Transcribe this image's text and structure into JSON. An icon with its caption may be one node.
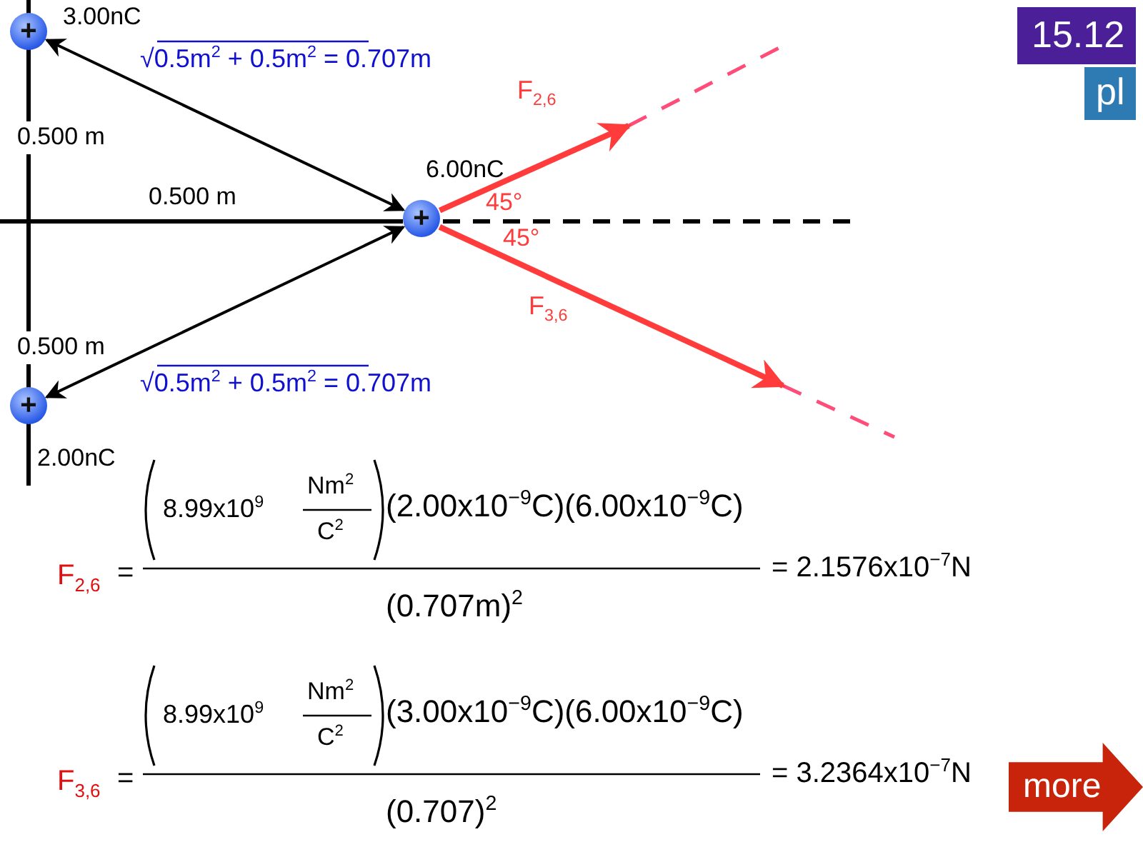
{
  "diagram": {
    "nodes": [
      {
        "text": [
          "+"
        ],
        "beside": [
          "3.00nC"
        ]
      },
      {
        "text": [
          "+"
        ],
        "beside": [
          "6.00nC"
        ]
      },
      {
        "text": [
          "+"
        ],
        "beside": [
          "2.00nC"
        ]
      }
    ],
    "edges": [
      {
        "from": 0,
        "to": 1,
        "arrow": "both"
      },
      {
        "from": 2,
        "to": 1,
        "arrow": "both"
      },
      {
        "from": 1,
        "to": null,
        "arrow": "to",
        "label": "F$_{2,6}$",
        "style": "thick",
        "color": "#ff3b3b"
      },
      {
        "from": 1,
        "to": null,
        "arrow": "to",
        "label": "F$_{3,6}$",
        "style": "thick",
        "color": "#ff3b3b"
      }
    ],
    "labels": [
      "15.12",
      "pl",
      "√0.5m$^{2}$ + 0.5m$^{2}$ = 0.707m",
      "0.500 m",
      "0.500 m",
      "45°",
      "45°",
      "0.500 m",
      "√0.5m$^{2}$ + 0.5m$^{2}$ = 0.707m",
      "F$_{2,6}$",
      "=",
      "8.99x10$^{9}$",
      "Nm$^{2}$",
      "C$^{2}$",
      "(2.00x10$^{−9}$C)(6.00x10$^{−9}$C)",
      "= 2.1576x10$^{−7}$N",
      "(0.707m)$^{2}$",
      "F$_{3,6}$",
      "=",
      "8.99x10$^{9}$",
      "Nm$^{2}$",
      "C$^{2}$",
      "(3.00x10$^{−9}$C)(6.00x10$^{−9}$C)",
      "= 3.2364x10$^{−7}$N",
      "(0.707)$^{2}$",
      "more"
    ]
  }
}
